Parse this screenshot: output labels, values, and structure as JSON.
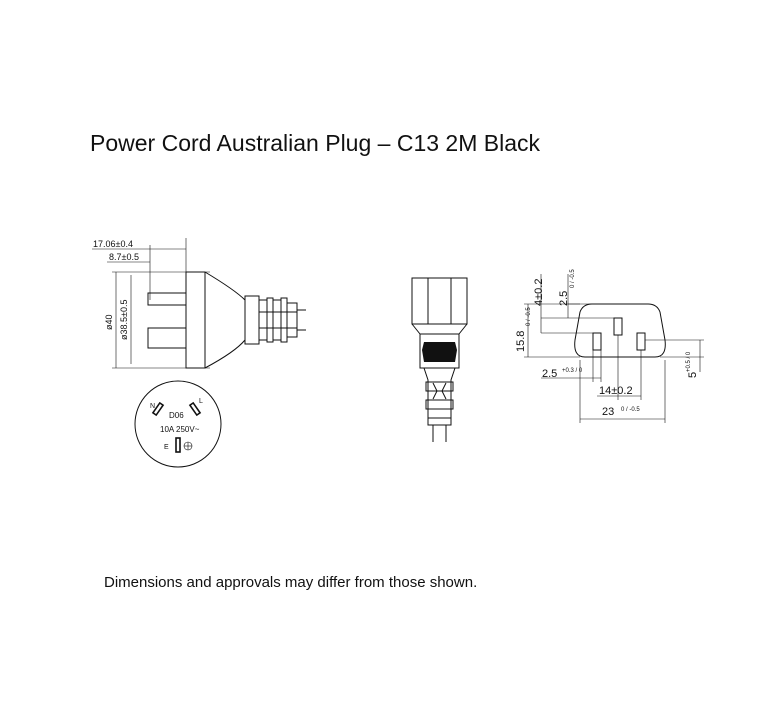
{
  "title": "Power Cord Australian Plug – C13 2M Black",
  "note": "Dimensions and approvals may differ from those shown.",
  "plug": {
    "dim_length": "17.06±0.4",
    "dim_pin": "8.7±0.5",
    "dim_outer": "ø40",
    "dim_inner": "ø38.5±0.5",
    "face_model": "D06",
    "face_rating": "10A 250V~",
    "face_n": "N",
    "face_l": "L"
  },
  "c13": {
    "dim_top1": "4±0.2",
    "dim_top2": "2.5",
    "dim_top2_tol": "0 / -0.5",
    "dim_height": "15.8",
    "dim_height_tol": "0 / -0.5",
    "dim_slot": "2.5",
    "dim_slot_tol": "+0.3 / 0",
    "dim_pitch": "14±0.2",
    "dim_width": "23",
    "dim_width_tol": "0 / -0.5",
    "dim_side": "5",
    "dim_side_tol": "+0.5 / 0"
  }
}
